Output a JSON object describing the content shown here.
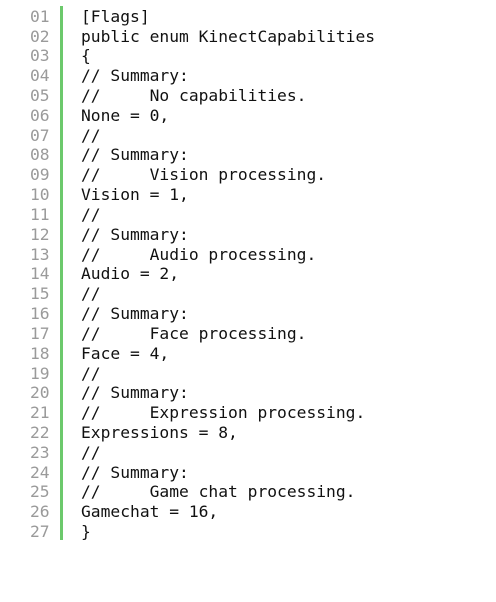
{
  "code": {
    "lines": [
      {
        "num": "01",
        "text": "[Flags]"
      },
      {
        "num": "02",
        "text": "public enum KinectCapabilities"
      },
      {
        "num": "03",
        "text": "{"
      },
      {
        "num": "04",
        "text": "// Summary:"
      },
      {
        "num": "05",
        "text": "//     No capabilities."
      },
      {
        "num": "06",
        "text": "None = 0,"
      },
      {
        "num": "07",
        "text": "//"
      },
      {
        "num": "08",
        "text": "// Summary:"
      },
      {
        "num": "09",
        "text": "//     Vision processing."
      },
      {
        "num": "10",
        "text": "Vision = 1,"
      },
      {
        "num": "11",
        "text": "//"
      },
      {
        "num": "12",
        "text": "// Summary:"
      },
      {
        "num": "13",
        "text": "//     Audio processing."
      },
      {
        "num": "14",
        "text": "Audio = 2,"
      },
      {
        "num": "15",
        "text": "//"
      },
      {
        "num": "16",
        "text": "// Summary:"
      },
      {
        "num": "17",
        "text": "//     Face processing."
      },
      {
        "num": "18",
        "text": "Face = 4,"
      },
      {
        "num": "19",
        "text": "//"
      },
      {
        "num": "20",
        "text": "// Summary:"
      },
      {
        "num": "21",
        "text": "//     Expression processing."
      },
      {
        "num": "22",
        "text": "Expressions = 8,"
      },
      {
        "num": "23",
        "text": "//"
      },
      {
        "num": "24",
        "text": "// Summary:"
      },
      {
        "num": "25",
        "text": "//     Game chat processing."
      },
      {
        "num": "26",
        "text": "Gamechat = 16,"
      },
      {
        "num": "27",
        "text": "}"
      }
    ]
  },
  "colors": {
    "gutter_bar": "#6cc96c",
    "line_number": "#9a9a9a",
    "code_text": "#111111",
    "background": "#ffffff"
  }
}
